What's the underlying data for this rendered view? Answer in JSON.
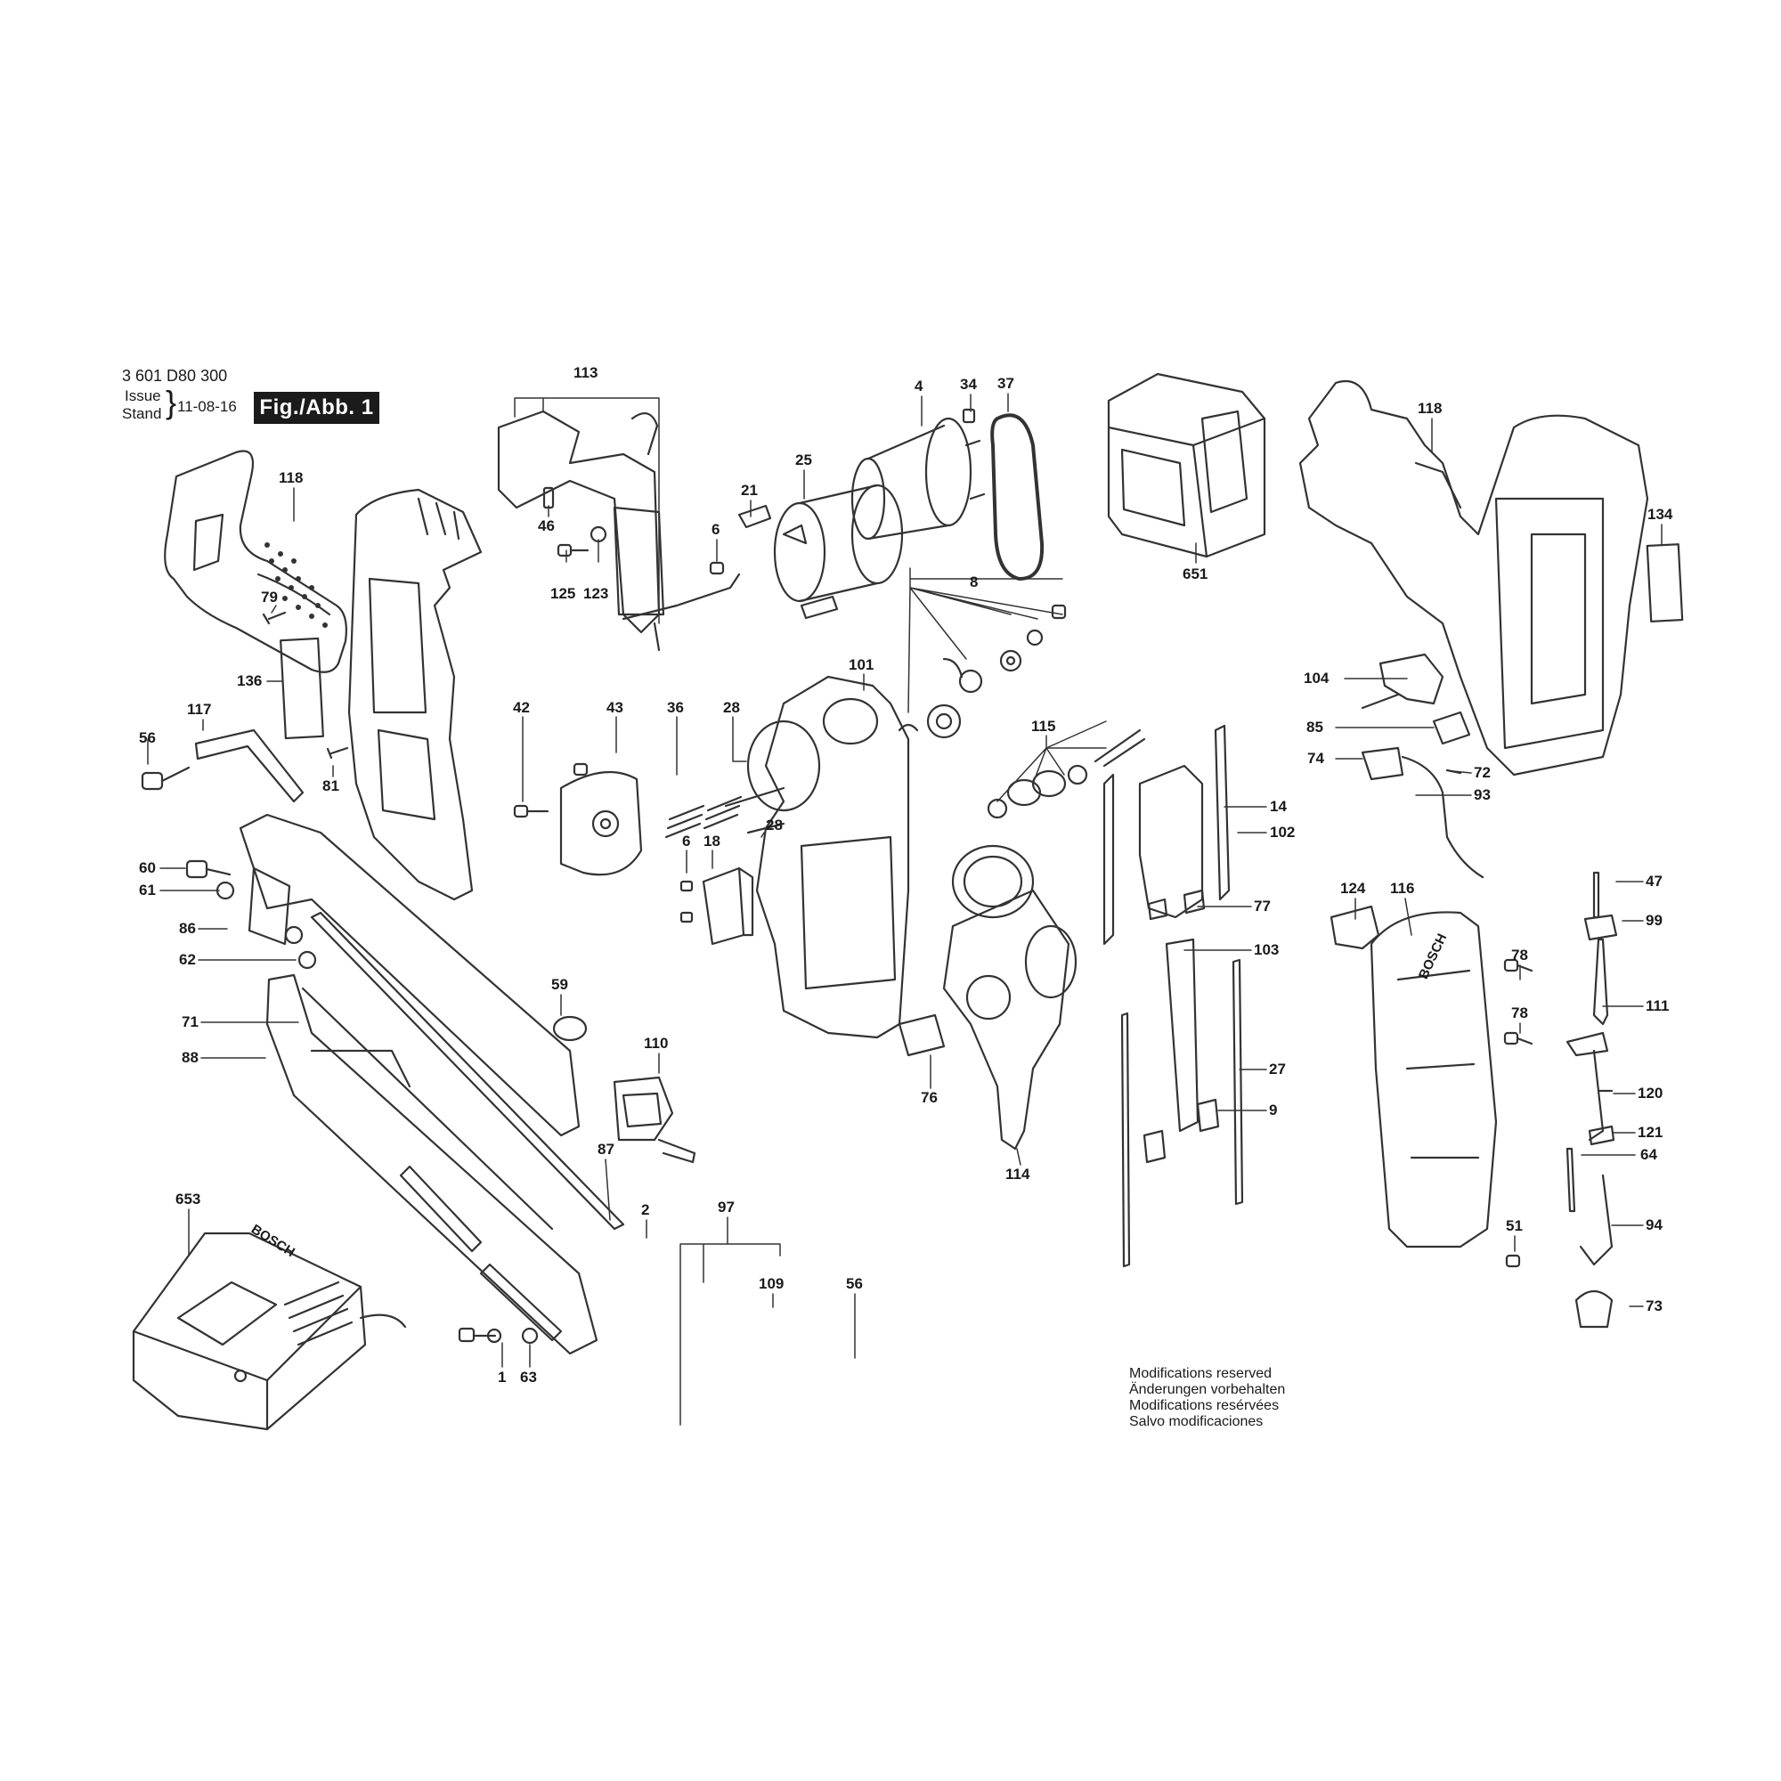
{
  "header": {
    "part_number": "3 601 D80 300",
    "issue_label": "Issue",
    "stand_label": "Stand",
    "date": "11-08-16",
    "figure_label": "Fig./Abb. 1"
  },
  "callouts": [
    {
      "id": "113"
    },
    {
      "id": "4"
    },
    {
      "id": "34"
    },
    {
      "id": "37"
    },
    {
      "id": "118a",
      "label": "118"
    },
    {
      "id": "118b",
      "label": "118"
    },
    {
      "id": "25"
    },
    {
      "id": "21"
    },
    {
      "id": "46"
    },
    {
      "id": "6a",
      "label": "6"
    },
    {
      "id": "125"
    },
    {
      "id": "123"
    },
    {
      "id": "79"
    },
    {
      "id": "651"
    },
    {
      "id": "134"
    },
    {
      "id": "8"
    },
    {
      "id": "136"
    },
    {
      "id": "117"
    },
    {
      "id": "56a",
      "label": "56"
    },
    {
      "id": "81"
    },
    {
      "id": "42"
    },
    {
      "id": "43"
    },
    {
      "id": "36"
    },
    {
      "id": "28a",
      "label": "28"
    },
    {
      "id": "101"
    },
    {
      "id": "104"
    },
    {
      "id": "85"
    },
    {
      "id": "74"
    },
    {
      "id": "72"
    },
    {
      "id": "93"
    },
    {
      "id": "115"
    },
    {
      "id": "14"
    },
    {
      "id": "102"
    },
    {
      "id": "60"
    },
    {
      "id": "61"
    },
    {
      "id": "86"
    },
    {
      "id": "62"
    },
    {
      "id": "6b",
      "label": "6"
    },
    {
      "id": "18"
    },
    {
      "id": "28b",
      "label": "28"
    },
    {
      "id": "77"
    },
    {
      "id": "47"
    },
    {
      "id": "99"
    },
    {
      "id": "124"
    },
    {
      "id": "116"
    },
    {
      "id": "78a",
      "label": "78"
    },
    {
      "id": "103"
    },
    {
      "id": "111"
    },
    {
      "id": "78b",
      "label": "78"
    },
    {
      "id": "59"
    },
    {
      "id": "71"
    },
    {
      "id": "88"
    },
    {
      "id": "110"
    },
    {
      "id": "76"
    },
    {
      "id": "27"
    },
    {
      "id": "9"
    },
    {
      "id": "120"
    },
    {
      "id": "121"
    },
    {
      "id": "64"
    },
    {
      "id": "114"
    },
    {
      "id": "87"
    },
    {
      "id": "653"
    },
    {
      "id": "2"
    },
    {
      "id": "97"
    },
    {
      "id": "109"
    },
    {
      "id": "56b",
      "label": "56"
    },
    {
      "id": "51"
    },
    {
      "id": "94"
    },
    {
      "id": "73"
    },
    {
      "id": "1"
    },
    {
      "id": "63"
    }
  ],
  "brand": "BOSCH",
  "notes": [
    "Modifications reserved",
    "Änderungen vorbehalten",
    "Modifications resérvées",
    "Salvo modificaciones"
  ],
  "colors": {
    "ink": "#1a1a1a",
    "stroke": "#333333",
    "badge_bg": "#1b1b1b",
    "badge_text": "#ffffff",
    "paper": "#ffffff"
  }
}
